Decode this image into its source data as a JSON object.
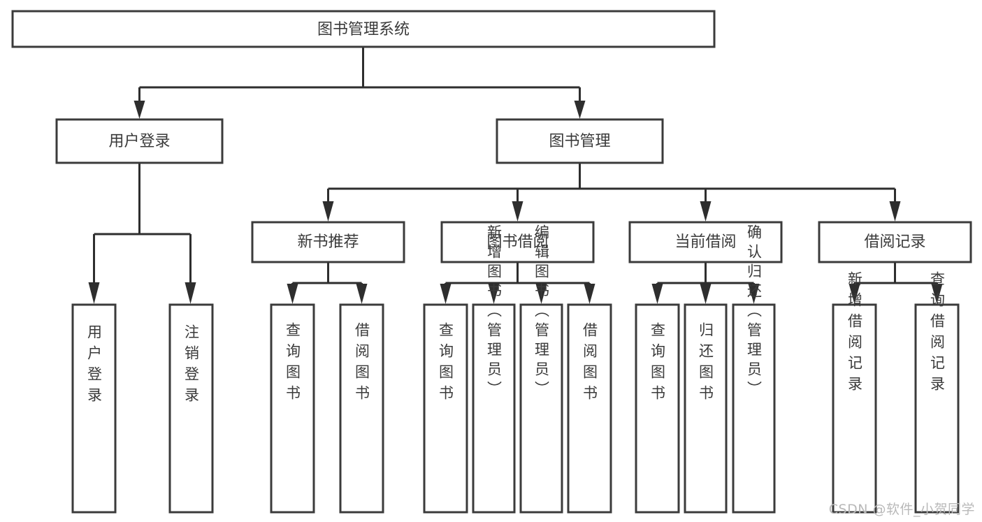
{
  "diagram": {
    "title": "图书管理系统",
    "type": "tree-hierarchy",
    "watermark": "CSDN @软件_小贺同学",
    "colors": {
      "background": "#ffffff",
      "box_stroke": "#3b3b3b",
      "connector": "#2e2e2e",
      "text": "#3a3a3a",
      "watermark": "#b9b9b9"
    },
    "levels": [
      {
        "level": 1,
        "nodes": [
          {
            "id": "root",
            "label": "图书管理系统"
          }
        ]
      },
      {
        "level": 2,
        "nodes": [
          {
            "id": "user-login",
            "label": "用户登录",
            "parent": "root"
          },
          {
            "id": "book-manage",
            "label": "图书管理",
            "parent": "root"
          }
        ]
      },
      {
        "level": 3,
        "nodes": [
          {
            "id": "new-book-rec",
            "label": "新书推荐",
            "parent": "book-manage"
          },
          {
            "id": "book-borrow",
            "label": "图书借阅",
            "parent": "book-manage"
          },
          {
            "id": "current-borrow",
            "label": "当前借阅",
            "parent": "book-manage"
          },
          {
            "id": "borrow-record",
            "label": "借阅记录",
            "parent": "book-manage"
          }
        ]
      },
      {
        "level": 4,
        "nodes": [
          {
            "id": "leaf-1",
            "label": "用户登录",
            "parent": "user-login"
          },
          {
            "id": "leaf-2",
            "label": "注销登录",
            "parent": "user-login"
          },
          {
            "id": "leaf-3",
            "label": "查询图书",
            "parent": "new-book-rec"
          },
          {
            "id": "leaf-4",
            "label": "借阅图书",
            "parent": "new-book-rec"
          },
          {
            "id": "leaf-5",
            "label": "查询图书",
            "parent": "book-borrow"
          },
          {
            "id": "leaf-6",
            "label": "新增图书（管理员）",
            "parent": "book-borrow"
          },
          {
            "id": "leaf-7",
            "label": "编辑图书（管理员）",
            "parent": "book-borrow"
          },
          {
            "id": "leaf-8",
            "label": "借阅图书",
            "parent": "book-borrow"
          },
          {
            "id": "leaf-9",
            "label": "查询图书",
            "parent": "current-borrow"
          },
          {
            "id": "leaf-10",
            "label": "归还图书",
            "parent": "current-borrow"
          },
          {
            "id": "leaf-11",
            "label": "确认归还（管理员）",
            "parent": "current-borrow"
          },
          {
            "id": "leaf-12",
            "label": "新增借阅记录",
            "parent": "borrow-record"
          },
          {
            "id": "leaf-13",
            "label": "查询借阅记录",
            "parent": "borrow-record"
          }
        ]
      }
    ]
  }
}
